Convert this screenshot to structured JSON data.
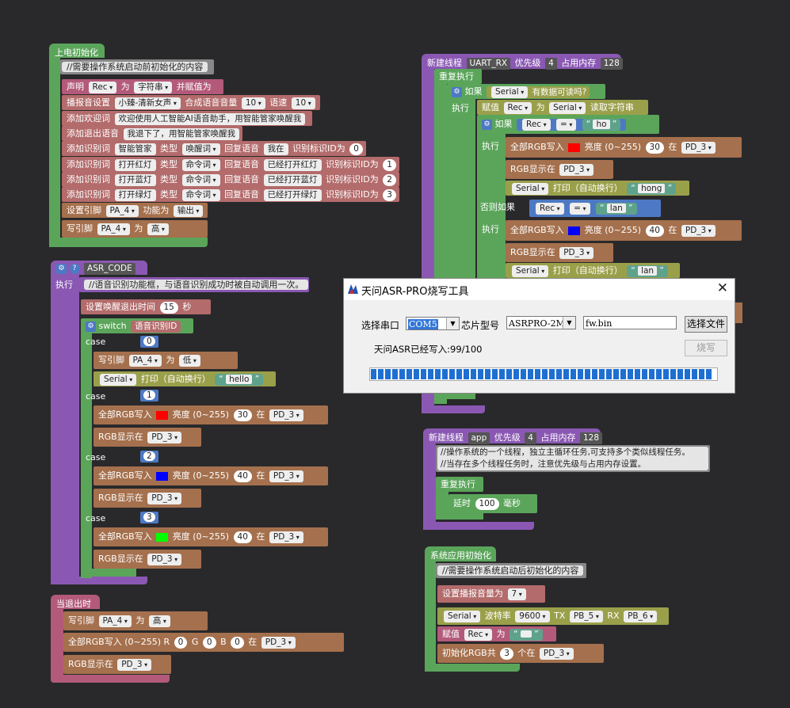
{
  "block1": {
    "hat": "上电初始化",
    "comment": "//需要操作系统启动前初始化的内容",
    "declare": {
      "a": "声明",
      "var": "Rec",
      "b": "为",
      "type": "字符串",
      "c": "并赋值为"
    },
    "voice": {
      "a": "播报音设置",
      "voice": "小臻-清新女声",
      "b": "合成语音音量",
      "vol": "10",
      "c": "语速",
      "speed": "10"
    },
    "welcome": {
      "a": "添加欢迎词",
      "text": "欢迎使用人工智能AI语音助手，用智能管家唤醒我"
    },
    "exit": {
      "a": "添加退出语音",
      "text": "我退下了，用智能管家唤醒我"
    },
    "words": [
      {
        "a": "添加识别词",
        "w": "智能管家",
        "b": "类型",
        "t": "唤醒词",
        "c": "回复语音",
        "r": "我在",
        "d": "识别标识ID为",
        "id": "0"
      },
      {
        "a": "添加识别词",
        "w": "打开红灯",
        "b": "类型",
        "t": "命令词",
        "c": "回复语音",
        "r": "已经打开红灯",
        "d": "识别标识ID为",
        "id": "1"
      },
      {
        "a": "添加识别词",
        "w": "打开蓝灯",
        "b": "类型",
        "t": "命令词",
        "c": "回复语音",
        "r": "已经打开蓝灯",
        "d": "识别标识ID为",
        "id": "2"
      },
      {
        "a": "添加识别词",
        "w": "打开绿灯",
        "b": "类型",
        "t": "命令词",
        "c": "回复语音",
        "r": "已经打开绿灯",
        "d": "识别标识ID为",
        "id": "3"
      }
    ],
    "pinset": {
      "a": "设置引脚",
      "pin": "PA_4",
      "b": "功能为",
      "f": "输出"
    },
    "write": {
      "a": "写引脚",
      "pin": "PA_4",
      "b": "为",
      "v": "高"
    }
  },
  "block2": {
    "hat": "ASR_CODE",
    "exec": "执行",
    "comment": "//语音识别功能框，与语音识别成功时被自动调用一次。",
    "timeout": {
      "a": "设置唤醒退出时间",
      "v": "15",
      "b": "秒"
    },
    "switch": {
      "a": "switch",
      "b": "语音识别ID"
    },
    "case": "case",
    "c0": {
      "id": "0",
      "write": "写引脚",
      "pin": "PA_4",
      "wb": "为",
      "wv": "低",
      "serial": "Serial",
      "print": "打印（自动换行）",
      "str": "hello"
    },
    "c1": {
      "id": "1",
      "rgb": "全部RGB写入",
      "bright": "亮度 (0~255)",
      "v": "30",
      "at": "在",
      "pin": "PD_3",
      "show": "RGB显示在",
      "spin": "PD_3"
    },
    "c2": {
      "id": "2",
      "rgb": "全部RGB写入",
      "bright": "亮度 (0~255)",
      "v": "40",
      "at": "在",
      "pin": "PD_3",
      "show": "RGB显示在",
      "spin": "PD_3"
    },
    "c3": {
      "id": "3",
      "rgb": "全部RGB写入",
      "bright": "亮度 (0~255)",
      "v": "40",
      "at": "在",
      "pin": "PD_3",
      "show": "RGB显示在",
      "spin": "PD_3"
    }
  },
  "block3": {
    "hat": "当退出时",
    "write": {
      "a": "写引脚",
      "pin": "PA_4",
      "b": "为",
      "v": "高"
    },
    "rgb": {
      "a": "全部RGB写入 (0~255) R",
      "r": "0",
      "g": "G",
      "gv": "0",
      "b": "B",
      "bv": "0",
      "at": "在",
      "pin": "PD_3"
    },
    "show": {
      "a": "RGB显示在",
      "pin": "PD_3"
    }
  },
  "block4": {
    "hat": {
      "a": "新建线程",
      "name": "UART_RX",
      "b": "优先级",
      "pri": "4",
      "c": "占用内存",
      "mem": "128"
    },
    "loop": "重复执行",
    "if": "如果",
    "serial": "Serial",
    "avail": "有数据可读吗?",
    "exec": "执行",
    "assign": {
      "a": "赋值",
      "var": "Rec",
      "b": "为",
      "serial": "Serial",
      "read": "读取字符串"
    },
    "if2": "如果",
    "rec": "Rec",
    "eq": "=",
    "s1": "ho",
    "rgb1": {
      "a": "全部RGB写入",
      "bright": "亮度 (0~255)",
      "v": "30",
      "at": "在",
      "pin": "PD_3"
    },
    "show1": {
      "a": "RGB显示在",
      "pin": "PD_3"
    },
    "print1": {
      "serial": "Serial",
      "a": "打印（自动换行）",
      "s": "hong"
    },
    "elif": "否则如果",
    "s2": "lan",
    "rgb2": {
      "a": "全部RGB写入",
      "bright": "亮度 (0~255)",
      "v": "40",
      "at": "在",
      "pin": "PD_3"
    },
    "show2": {
      "a": "RGB显示在",
      "pin": "PD_3"
    },
    "print2": {
      "serial": "Serial",
      "a": "打印（自动换行）",
      "s": "lan"
    }
  },
  "block5": {
    "hat": {
      "a": "新建线程",
      "name": "app",
      "b": "优先级",
      "pri": "4",
      "c": "占用内存",
      "mem": "128"
    },
    "comment1": "//操作系统的一个线程，独立主循环任务,可支持多个类似线程任务。",
    "comment2": "//当存在多个线程任务时，注意优先级与占用内存设置。",
    "loop": "重复执行",
    "delay": {
      "a": "延时",
      "v": "100",
      "b": "毫秒"
    }
  },
  "block6": {
    "hat": "系统应用初始化",
    "comment": "//需要操作系统启动后初始化的内容",
    "vol": {
      "a": "设置播报音量为",
      "v": "7"
    },
    "baud": {
      "serial": "Serial",
      "a": "波特率",
      "v": "9600",
      "tx": "TX",
      "txp": "PB_5",
      "rx": "RX",
      "rxp": "PB_6"
    },
    "assign": {
      "a": "赋值",
      "var": "Rec",
      "b": "为"
    },
    "rgbinit": {
      "a": "初始化RGB共",
      "n": "3",
      "b": "个在",
      "pin": "PD_3"
    }
  },
  "dialog": {
    "title": "天问ASR-PRO烧写工具",
    "port_label": "选择串口",
    "port": "COM5",
    "chip_label": "芯片型号",
    "chip": "ASRPRO-2M",
    "file": "fw.bin",
    "choose_btn": "选择文件",
    "burn_btn": "烧写",
    "status": "天问ASR已经写入:99/100",
    "progress": 0.99
  },
  "colors": {
    "bg": "#29292b",
    "red": "#ff0000",
    "blue": "#0000ff",
    "green": "#00ff00"
  }
}
